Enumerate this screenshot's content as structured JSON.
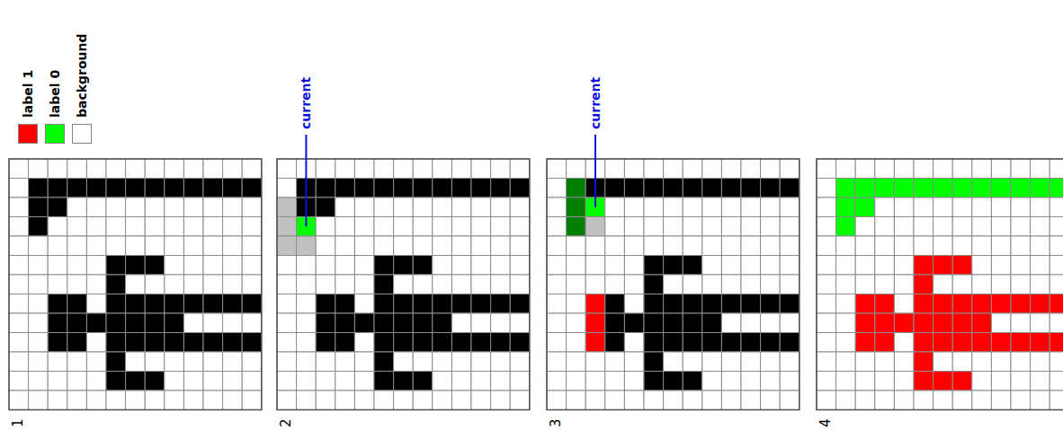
{
  "diagram": {
    "labels": [
      "current",
      "current",
      "1",
      "2",
      "3",
      "4"
    ],
    "legend": [
      {
        "text": "label 1",
        "color": "#ff0000"
      },
      {
        "text": "label 0",
        "color": "#00ff00"
      },
      {
        "text": "background",
        "color": "#ffffff"
      }
    ]
  }
}
